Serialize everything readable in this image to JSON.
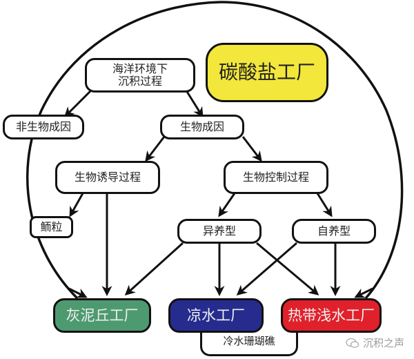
{
  "title_box": {
    "label": "碳酸盐工厂",
    "color": "#f2e73a"
  },
  "nodes": {
    "marine": {
      "line1": "海洋环境下",
      "line2": "沉积过程"
    },
    "abiotic": {
      "label": "非生物成因"
    },
    "biotic": {
      "label": "生物成因"
    },
    "induced": {
      "label": "生物诱导过程"
    },
    "controlled": {
      "label": "生物控制过程"
    },
    "ooids": {
      "label": "鲕粒"
    },
    "heterotroph": {
      "label": "异养型"
    },
    "autotroph": {
      "label": "自养型"
    },
    "coldcoral": {
      "label": "冷水珊瑚礁"
    }
  },
  "factories": [
    {
      "label": "灰泥丘工厂",
      "color": "#4e9a70"
    },
    {
      "label": "凉水工厂",
      "color": "#262c8e"
    },
    {
      "label": "热带浅水工厂",
      "color": "#e0202a"
    }
  ],
  "watermark": {
    "text": "沉积之声"
  }
}
